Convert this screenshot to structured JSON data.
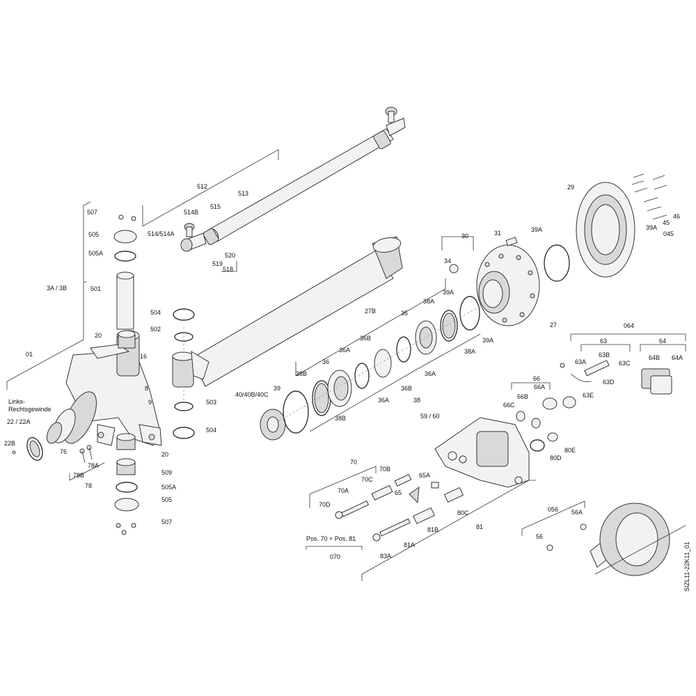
{
  "doc_id": "SIZL11-22K11_01",
  "note": "Links-\nRechtsgewinde",
  "pos_group": "Pos. 70 + Pos. 81",
  "labels": {
    "l_01": "01",
    "l_3a3b": "3A / 3B",
    "l_507a": "507",
    "l_505a": "505",
    "l_505Aa": "505A",
    "l_501": "501",
    "l_20a": "20",
    "l_16": "16",
    "l_8": "8",
    "l_9": "9",
    "l_2222a": "22 / 22A",
    "l_22b": "22B",
    "l_76": "76",
    "l_78a": "78A",
    "l_78b": "78B",
    "l_78": "78",
    "l_20b": "20",
    "l_509": "509",
    "l_505Ab": "505A",
    "l_505b": "505",
    "l_507b": "507",
    "l_512": "512",
    "l_513": "513",
    "l_514b": "514B",
    "l_515": "515",
    "l_514": "514/514A",
    "l_520": "520",
    "l_519": "519",
    "l_518": "518",
    "l_504a": "504",
    "l_502": "502",
    "l_503": "503",
    "l_504b": "504",
    "l_404040": "40/40B/40C",
    "l_39": "39",
    "l_38b_a": "38B",
    "l_38b_b": "38B",
    "l_36": "36",
    "l_36a_a": "36A",
    "l_36b_a": "36B",
    "l_36a_b": "36A",
    "l_36b_b": "36B",
    "l_36a_c": "36A",
    "l_27b": "27B",
    "l_35": "35",
    "l_38a_a": "38A",
    "l_39a_a": "39A",
    "l_38a_b": "38A",
    "l_39a_b": "39A",
    "l_38": "38",
    "l_30": "30",
    "l_31": "31",
    "l_34": "34",
    "l_39a_c": "39A",
    "l_27": "27",
    "l_29": "29",
    "l_46": "46",
    "l_45": "45",
    "l_39a_d": "39A",
    "l_045": "045",
    "l_064": "064",
    "l_63": "63",
    "l_64": "64",
    "l_63a": "63A",
    "l_63b": "63B",
    "l_63c": "63C",
    "l_63d": "63D",
    "l_63e": "63E",
    "l_64b": "64B",
    "l_64a": "64A",
    "l_66": "66",
    "l_66a": "66A",
    "l_66b": "66B",
    "l_66c": "66C",
    "l_5960": "59 / 60",
    "l_80e": "80E",
    "l_80d": "80D",
    "l_70": "70",
    "l_70b": "70B",
    "l_70c": "70C",
    "l_65a": "65A",
    "l_70a": "70A",
    "l_65": "65",
    "l_70d": "70D",
    "l_80c": "80C",
    "l_81b": "81B",
    "l_81": "81",
    "l_81a": "81A",
    "l_83a": "83A",
    "l_070": "070",
    "l_056": "056",
    "l_56a": "56A",
    "l_56": "56"
  }
}
